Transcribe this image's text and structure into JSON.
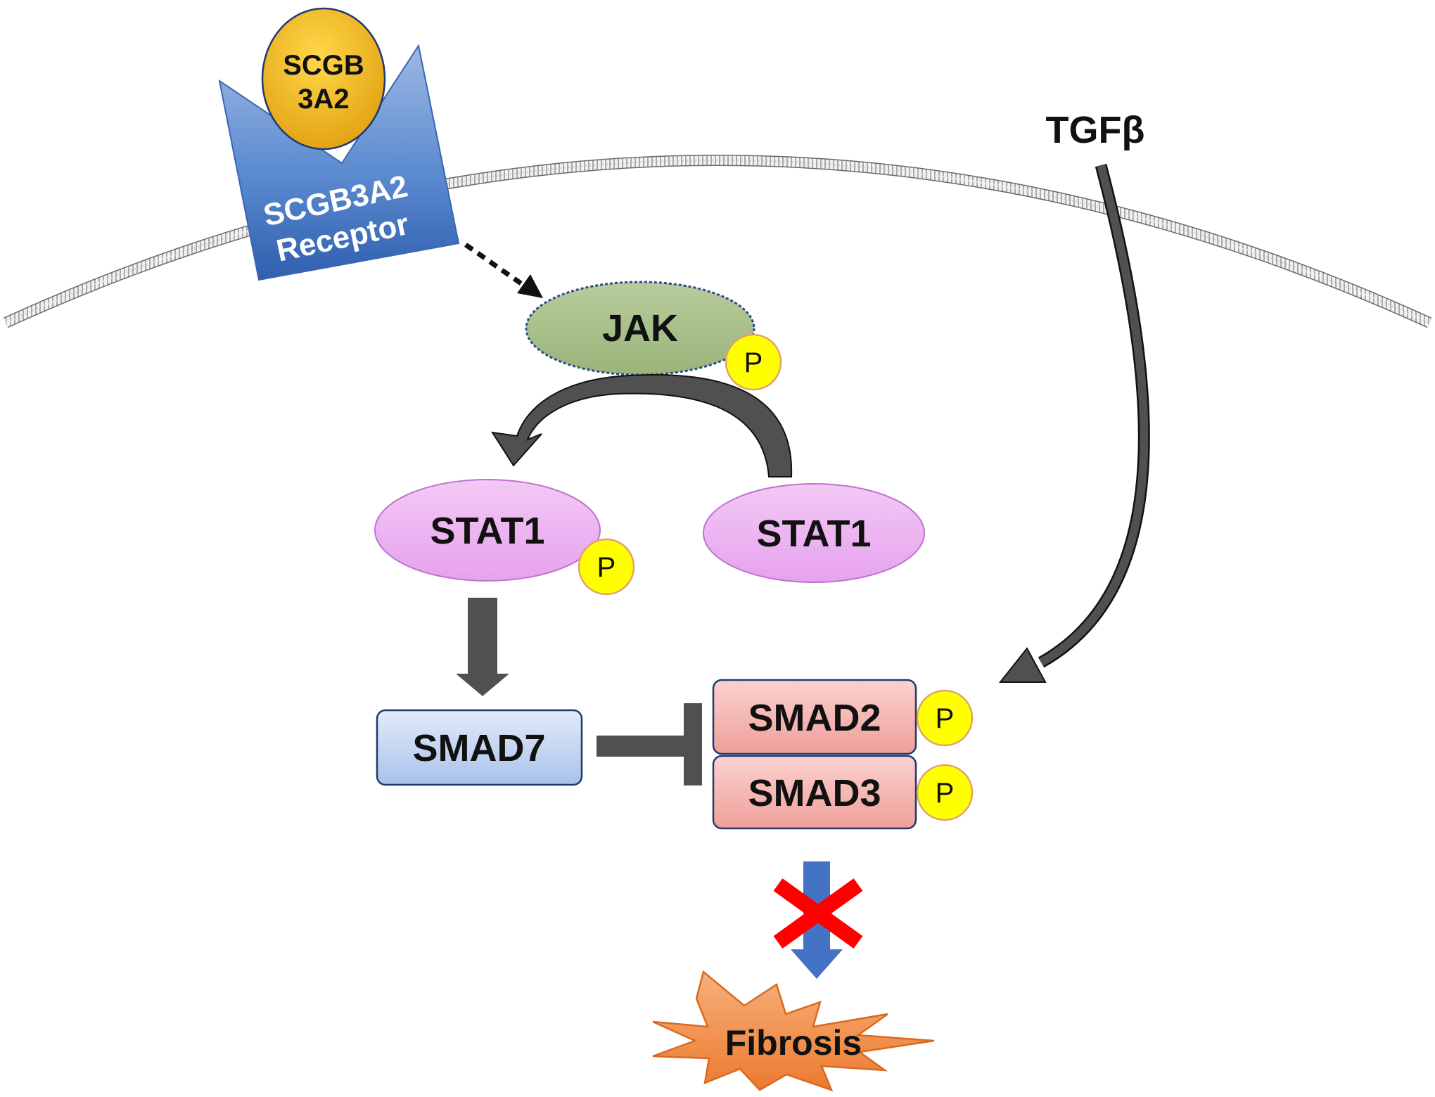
{
  "nodes": {
    "ligand": {
      "line1": "SCGB",
      "line2": "3A2"
    },
    "receptor": {
      "line1": "SCGB3A2",
      "line2": "Receptor"
    },
    "tgfb": "TGFβ",
    "jak": "JAK",
    "stat1_phospho": "STAT1",
    "stat1": "STAT1",
    "smad7": "SMAD7",
    "smad2": "SMAD2",
    "smad3": "SMAD3",
    "fibrosis": "Fibrosis",
    "phospho": "P"
  },
  "colors": {
    "ligand": "#f2b51b",
    "receptor": "#4a7fc8",
    "jak": "#a9c08a",
    "stat1": "#eab0f0",
    "smad7": "#c5d7f2",
    "smad23": "#f5b3b0",
    "phospho": "#ffff00",
    "fibrosis": "#f0883d",
    "block_x": "#ff0000",
    "arrow_dark": "#505050",
    "arrow_blue": "#4472c4"
  }
}
